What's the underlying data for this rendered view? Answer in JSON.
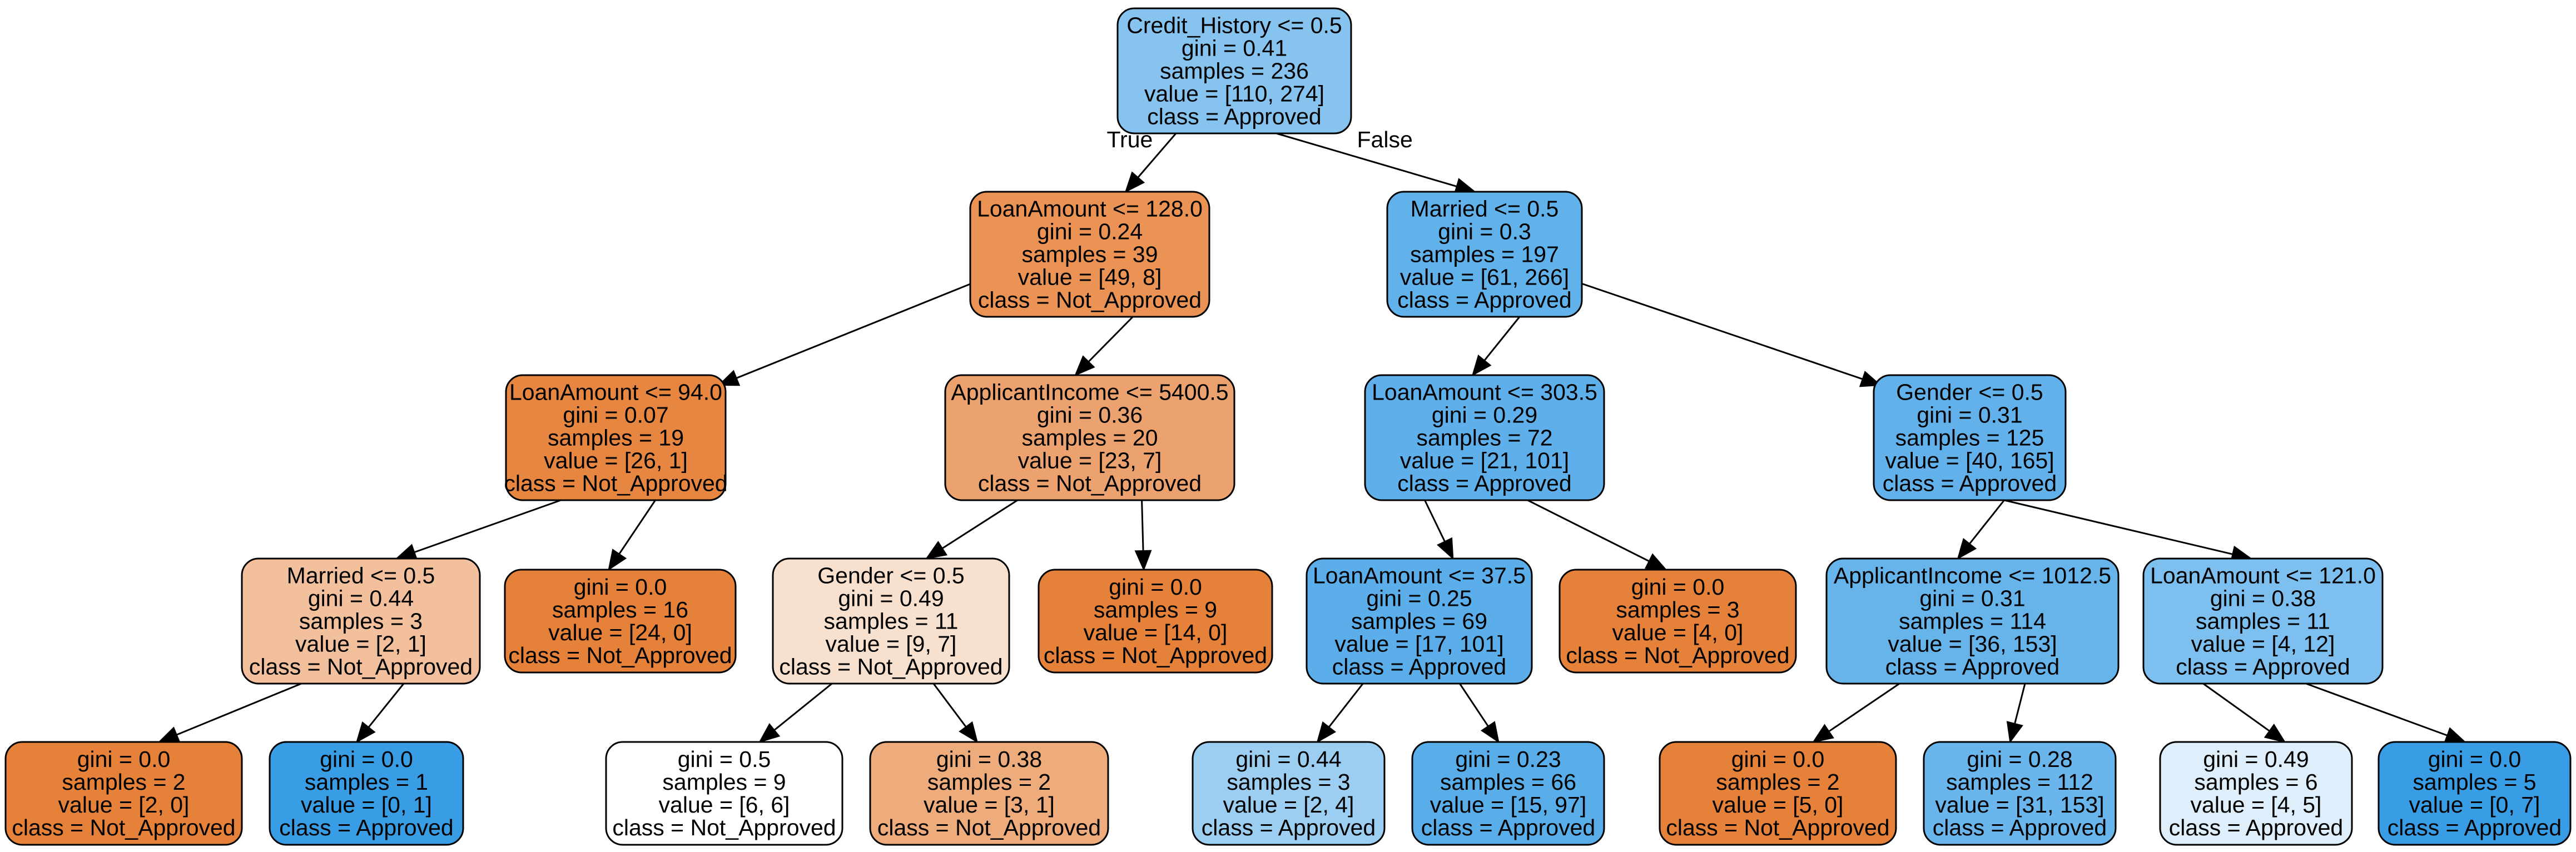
{
  "tree": {
    "nodes": [
      {
        "id": "n0",
        "color": "#86c3ef",
        "lines": [
          "Credit_History <= 0.5",
          "gini = 0.41",
          "samples = 236",
          "value = [110, 274]",
          "class = Approved"
        ]
      },
      {
        "id": "n1",
        "color": "#ea9355",
        "lines": [
          "LoanAmount <= 128.0",
          "gini = 0.24",
          "samples = 39",
          "value = [49, 8]",
          "class = Not_Approved"
        ]
      },
      {
        "id": "n2",
        "color": "#61b1ea",
        "lines": [
          "Married <= 0.5",
          "gini = 0.3",
          "samples = 197",
          "value = [61, 266]",
          "class = Approved"
        ]
      },
      {
        "id": "n3",
        "color": "#e68640",
        "lines": [
          "LoanAmount <= 94.0",
          "gini = 0.07",
          "samples = 19",
          "value = [26, 1]",
          "class = Not_Approved"
        ]
      },
      {
        "id": "n4",
        "color": "#eca26e",
        "lines": [
          "ApplicantIncome <= 5400.5",
          "gini = 0.36",
          "samples = 20",
          "value = [23, 7]",
          "class = Not_Approved"
        ]
      },
      {
        "id": "n5",
        "color": "#5eafea",
        "lines": [
          "LoanAmount <= 303.5",
          "gini = 0.29",
          "samples = 72",
          "value = [21, 101]",
          "class = Approved"
        ]
      },
      {
        "id": "n6",
        "color": "#62b1ea",
        "lines": [
          "Gender <= 0.5",
          "gini = 0.31",
          "samples = 125",
          "value = [40, 165]",
          "class = Approved"
        ]
      },
      {
        "id": "n7",
        "color": "#f2c09c",
        "lines": [
          "Married <= 0.5",
          "gini = 0.44",
          "samples = 3",
          "value = [2, 1]",
          "class = Not_Approved"
        ]
      },
      {
        "id": "n8",
        "color": "#e58139",
        "lines": [
          "gini = 0.0",
          "samples = 16",
          "value = [24, 0]",
          "class = Not_Approved"
        ]
      },
      {
        "id": "n9",
        "color": "#f8e0ce",
        "lines": [
          "Gender <= 0.5",
          "gini = 0.49",
          "samples = 11",
          "value = [9, 7]",
          "class = Not_Approved"
        ]
      },
      {
        "id": "n10",
        "color": "#e58139",
        "lines": [
          "gini = 0.0",
          "samples = 9",
          "value = [14, 0]",
          "class = Not_Approved"
        ]
      },
      {
        "id": "n11",
        "color": "#5baeea",
        "lines": [
          "LoanAmount <= 37.5",
          "gini = 0.25",
          "samples = 69",
          "value = [17, 101]",
          "class = Approved"
        ]
      },
      {
        "id": "n12",
        "color": "#e58139",
        "lines": [
          "gini = 0.0",
          "samples = 3",
          "value = [4, 0]",
          "class = Not_Approved"
        ]
      },
      {
        "id": "n13",
        "color": "#67b4eb",
        "lines": [
          "ApplicantIncome <= 1012.5",
          "gini = 0.31",
          "samples = 114",
          "value = [36, 153]",
          "class = Approved"
        ]
      },
      {
        "id": "n14",
        "color": "#7dbfee",
        "lines": [
          "LoanAmount <= 121.0",
          "gini = 0.38",
          "samples = 11",
          "value = [4, 12]",
          "class = Approved"
        ]
      },
      {
        "id": "n15",
        "color": "#e58139",
        "lines": [
          "gini = 0.0",
          "samples = 2",
          "value = [2, 0]",
          "class = Not_Approved"
        ]
      },
      {
        "id": "n16",
        "color": "#399de5",
        "lines": [
          "gini = 0.0",
          "samples = 1",
          "value = [0, 1]",
          "class = Approved"
        ]
      },
      {
        "id": "n17",
        "color": "#ffffff",
        "lines": [
          "gini = 0.5",
          "samples = 9",
          "value = [6, 6]",
          "class = Not_Approved"
        ]
      },
      {
        "id": "n18",
        "color": "#eeab7b",
        "lines": [
          "gini = 0.38",
          "samples = 2",
          "value = [3, 1]",
          "class = Not_Approved"
        ]
      },
      {
        "id": "n19",
        "color": "#9ccef2",
        "lines": [
          "gini = 0.44",
          "samples = 3",
          "value = [2, 4]",
          "class = Approved"
        ]
      },
      {
        "id": "n20",
        "color": "#59ade9",
        "lines": [
          "gini = 0.23",
          "samples = 66",
          "value = [15, 97]",
          "class = Approved"
        ]
      },
      {
        "id": "n21",
        "color": "#e58139",
        "lines": [
          "gini = 0.0",
          "samples = 2",
          "value = [5, 0]",
          "class = Not_Approved"
        ]
      },
      {
        "id": "n22",
        "color": "#6ab6ec",
        "lines": [
          "gini = 0.28",
          "samples = 112",
          "value = [31, 153]",
          "class = Approved"
        ]
      },
      {
        "id": "n23",
        "color": "#deeffb",
        "lines": [
          "gini = 0.49",
          "samples = 6",
          "value = [4, 5]",
          "class = Approved"
        ]
      },
      {
        "id": "n24",
        "color": "#399de5",
        "lines": [
          "gini = 0.0",
          "samples = 5",
          "value = [0, 7]",
          "class = Approved"
        ]
      }
    ],
    "edges": [
      {
        "from": "n0",
        "to": "n1",
        "label": "True"
      },
      {
        "from": "n0",
        "to": "n2",
        "label": "False"
      },
      {
        "from": "n1",
        "to": "n3",
        "label": ""
      },
      {
        "from": "n1",
        "to": "n4",
        "label": ""
      },
      {
        "from": "n2",
        "to": "n5",
        "label": ""
      },
      {
        "from": "n2",
        "to": "n6",
        "label": ""
      },
      {
        "from": "n3",
        "to": "n7",
        "label": ""
      },
      {
        "from": "n3",
        "to": "n8",
        "label": ""
      },
      {
        "from": "n4",
        "to": "n9",
        "label": ""
      },
      {
        "from": "n4",
        "to": "n10",
        "label": ""
      },
      {
        "from": "n5",
        "to": "n11",
        "label": ""
      },
      {
        "from": "n5",
        "to": "n12",
        "label": ""
      },
      {
        "from": "n6",
        "to": "n13",
        "label": ""
      },
      {
        "from": "n6",
        "to": "n14",
        "label": ""
      },
      {
        "from": "n7",
        "to": "n15",
        "label": ""
      },
      {
        "from": "n7",
        "to": "n16",
        "label": ""
      },
      {
        "from": "n9",
        "to": "n17",
        "label": ""
      },
      {
        "from": "n9",
        "to": "n18",
        "label": ""
      },
      {
        "from": "n11",
        "to": "n19",
        "label": ""
      },
      {
        "from": "n11",
        "to": "n20",
        "label": ""
      },
      {
        "from": "n13",
        "to": "n21",
        "label": ""
      },
      {
        "from": "n13",
        "to": "n22",
        "label": ""
      },
      {
        "from": "n14",
        "to": "n23",
        "label": ""
      },
      {
        "from": "n14",
        "to": "n24",
        "label": ""
      }
    ]
  }
}
